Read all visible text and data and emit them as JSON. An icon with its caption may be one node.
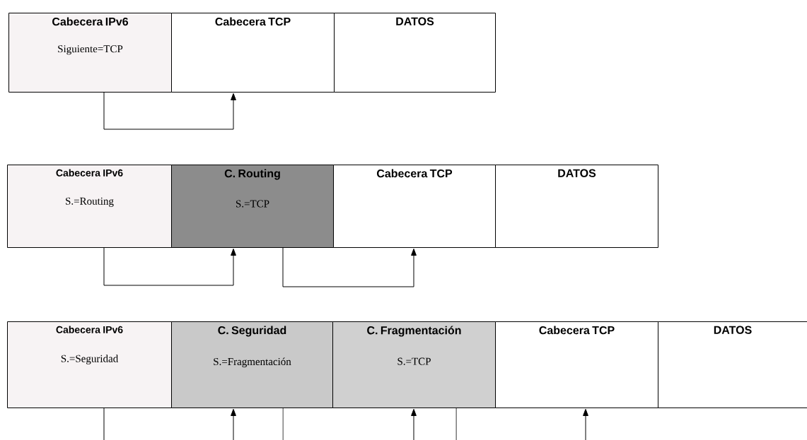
{
  "diagram": {
    "nodes": [
      {
        "text": [
          "Cabecera IPv6",
          "Siguiente=TCP"
        ]
      },
      {
        "text": [
          "Cabecera TCP"
        ]
      },
      {
        "text": [
          "DATOS"
        ]
      },
      {
        "text": [
          "Cabecera IPv6",
          "S.=Routing"
        ]
      },
      {
        "text": [
          "C. Routing",
          "S.=TCP"
        ]
      },
      {
        "text": [
          "Cabecera TCP"
        ]
      },
      {
        "text": [
          "DATOS"
        ]
      },
      {
        "text": [
          "Cabecera IPv6",
          "S.=Seguridad"
        ]
      },
      {
        "text": [
          "C. Seguridad",
          "S.=Fragmentación"
        ]
      },
      {
        "text": [
          "C. Fragmentación",
          "S.=TCP"
        ]
      },
      {
        "text": [
          "Cabecera TCP"
        ]
      },
      {
        "text": [
          "DATOS"
        ]
      }
    ],
    "edges": [
      {
        "from": 0,
        "to": 1,
        "arrow": "to"
      },
      {
        "from": 3,
        "to": 4,
        "arrow": "to"
      },
      {
        "from": 4,
        "to": 5,
        "arrow": "to"
      },
      {
        "from": 7,
        "to": 8,
        "arrow": "to"
      },
      {
        "from": 8,
        "to": 9,
        "arrow": "to"
      },
      {
        "from": 9,
        "to": 10,
        "arrow": "to"
      }
    ]
  }
}
